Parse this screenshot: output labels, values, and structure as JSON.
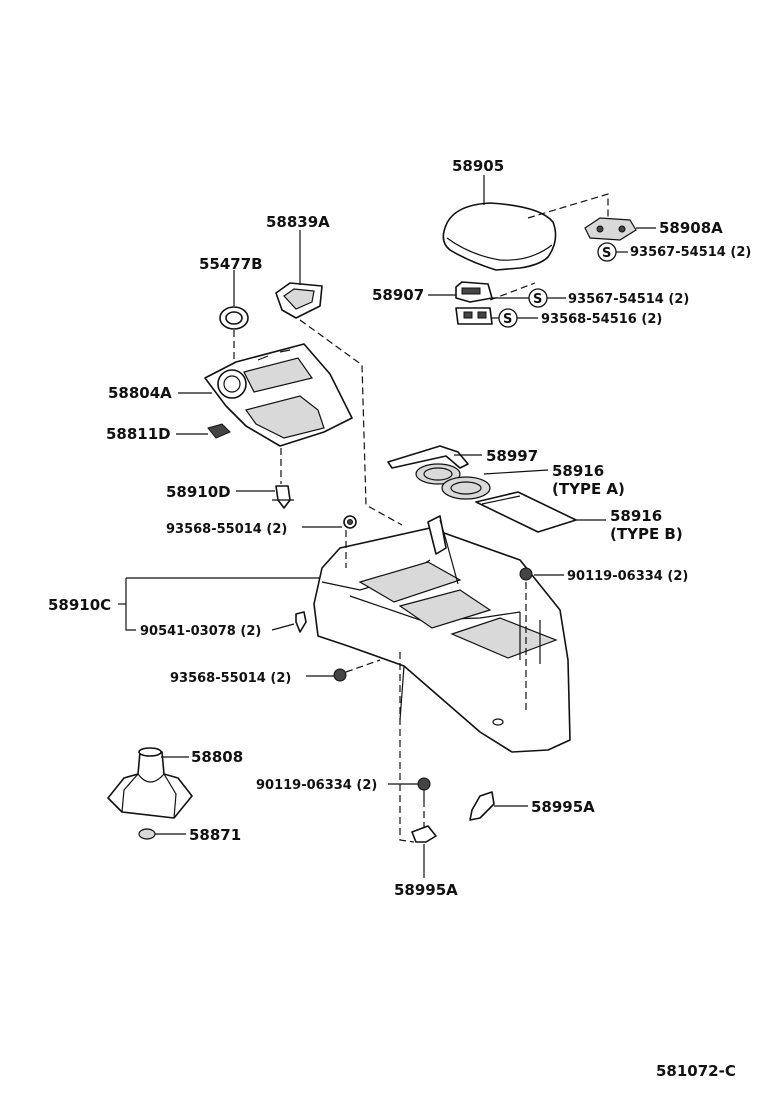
{
  "diagram_id": "581072-C",
  "labels": {
    "p58905": "58905",
    "p58908A": "58908A",
    "p93567_54514_top": "93567-54514 (2)",
    "p58907": "58907",
    "p93567_54514_mid": "93567-54514 (2)",
    "p93568_54516": "93568-54516 (2)",
    "p58839A": "58839A",
    "p55477B": "55477B",
    "p58804A": "58804A",
    "p58811D": "58811D",
    "p58997": "58997",
    "p58916_a": "58916",
    "type_a": "(TYPE  A)",
    "p58916_b": "58916",
    "type_b": "(TYPE  B)",
    "p58910D": "58910D",
    "p93568_55014_top": "93568-55014 (2)",
    "p90119_06334_right": "90119-06334 (2)",
    "p58910C": "58910C",
    "p90541_03078": "90541-03078 (2)",
    "p93568_55014_low": "93568-55014 (2)",
    "p58808": "58808",
    "p90119_06334_low": "90119-06334 (2)",
    "p58995A_right": "58995A",
    "p58871": "58871",
    "p58995A_bottom": "58995A"
  },
  "symbols": {
    "s_mark": "S"
  }
}
